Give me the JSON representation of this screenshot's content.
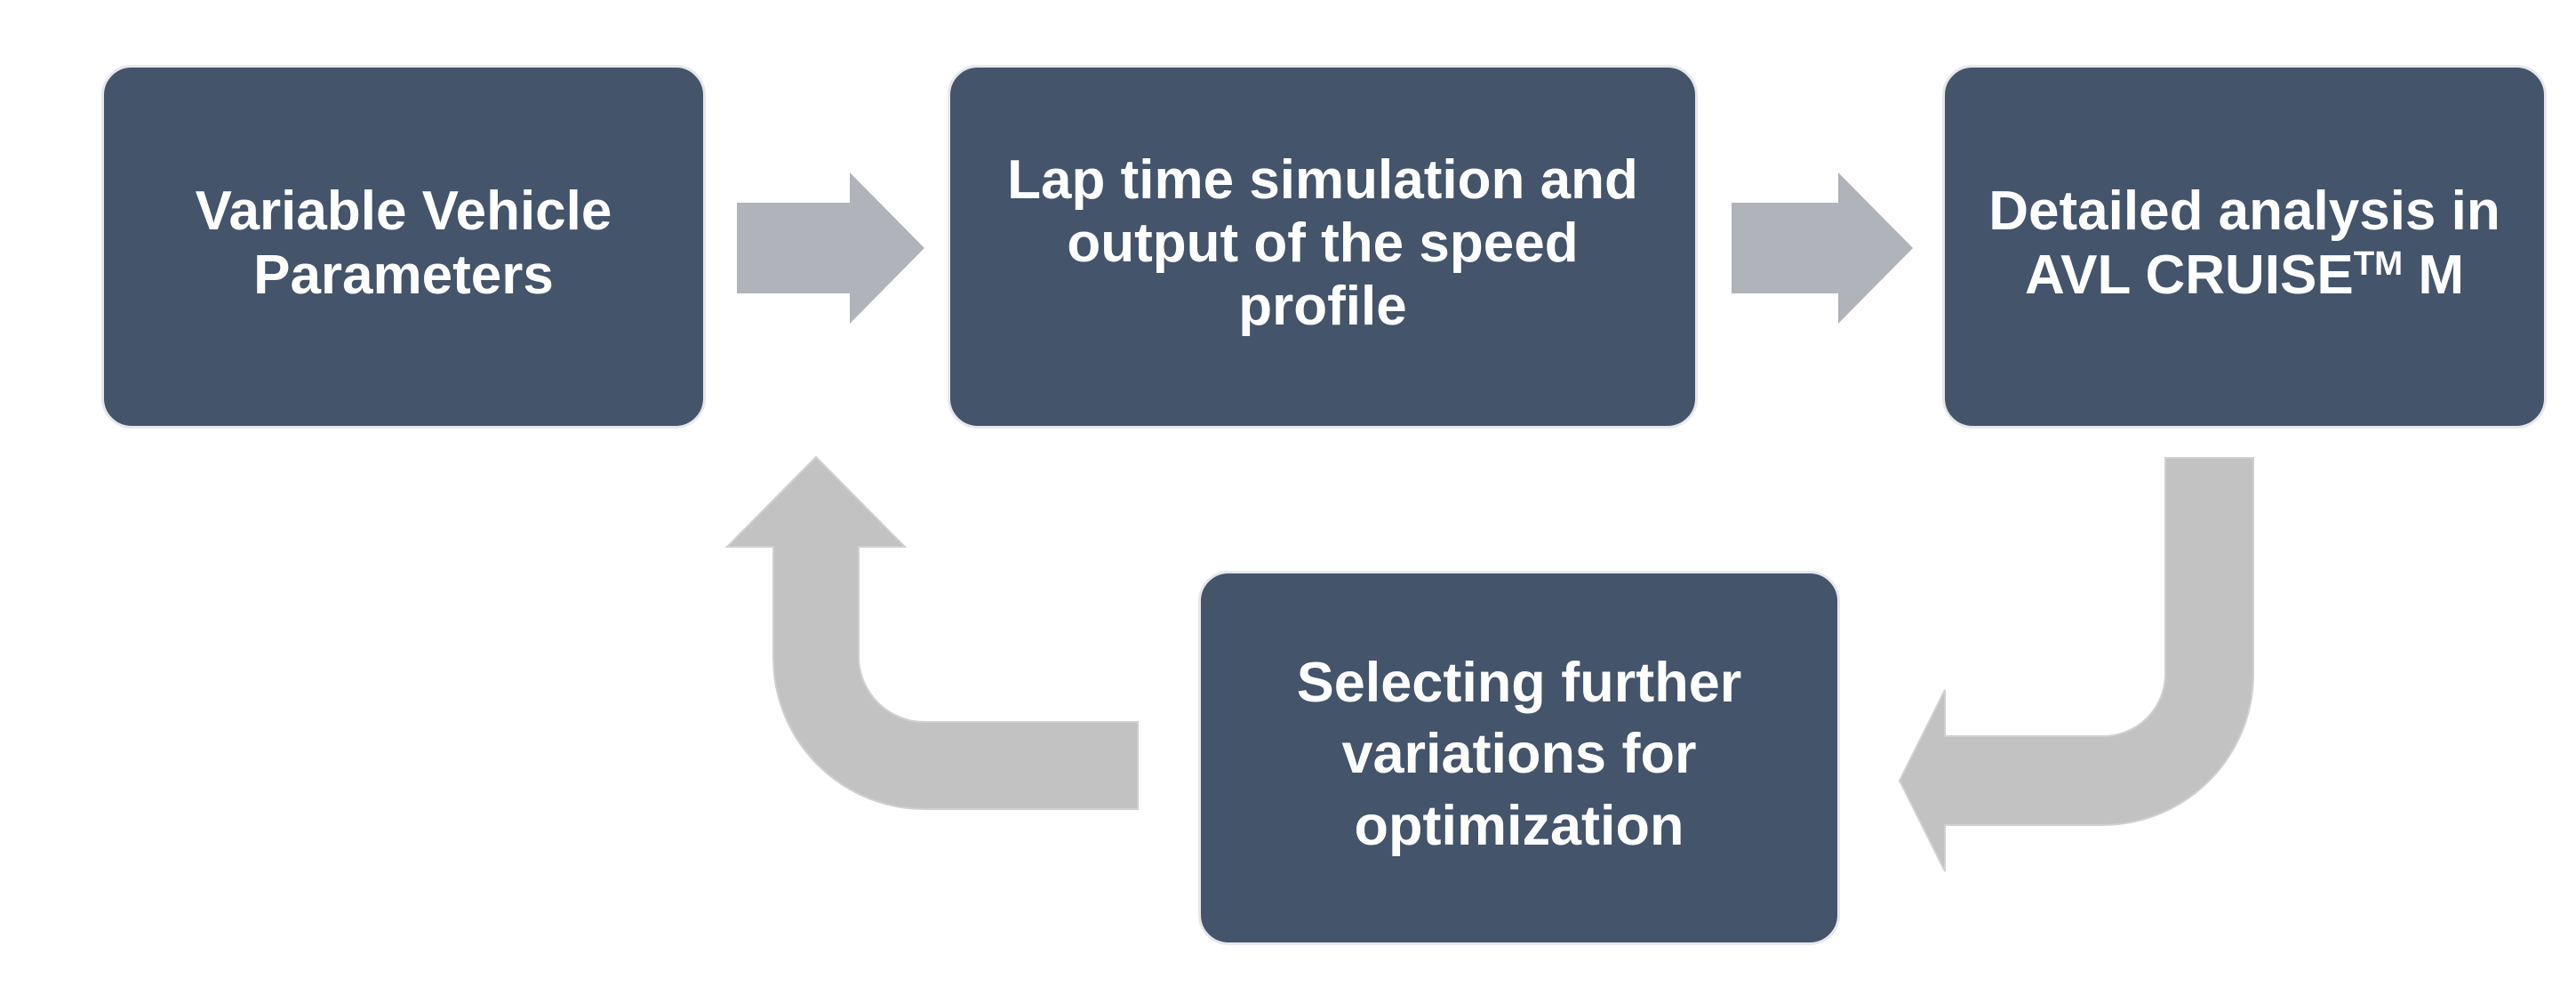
{
  "colors": {
    "box_fill": "#44546a",
    "box_border": "#e6e8ec",
    "text": "#ffffff",
    "arrow_straight": "#b1b3ba",
    "arrow_curved": "#c2c2c2"
  },
  "boxes": {
    "variable_params": {
      "line1": "Variable Vehicle",
      "line2": "Parameters"
    },
    "lap_time": {
      "line1": "Lap time simulation and",
      "line2": "output of the speed",
      "line3": "profile"
    },
    "detailed_analysis": {
      "line1": "Detailed analysis in",
      "line2_main": "AVL CRUISE",
      "line2_tm": "TM",
      "line2_suffix": " M"
    },
    "selecting": {
      "line1": "Selecting further",
      "line2": "variations for",
      "line3": "optimization"
    }
  },
  "icons": {
    "arrow_1": "right-arrow-icon",
    "arrow_2": "right-arrow-icon",
    "arrow_3": "curved-down-left-arrow-icon",
    "arrow_4": "curved-up-arrow-icon"
  }
}
